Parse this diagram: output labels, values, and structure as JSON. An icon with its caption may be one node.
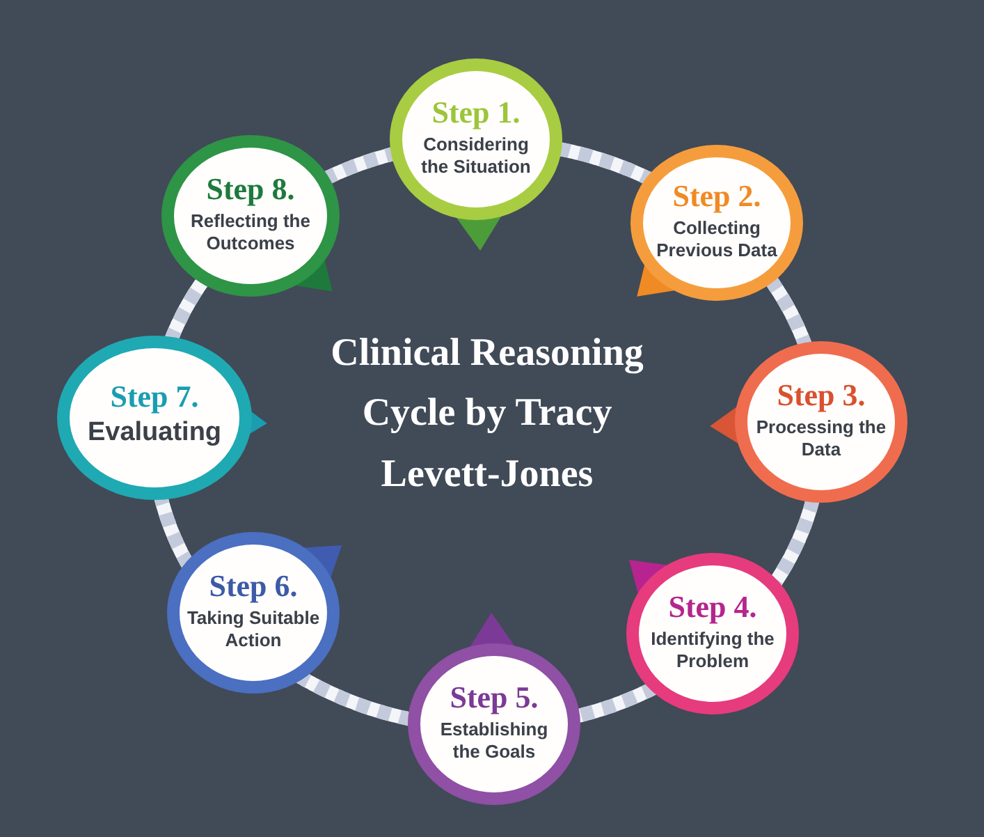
{
  "diagram": {
    "title": "Clinical Reasoning Cycle by Tracy Levett-Jones",
    "nodes": [
      {
        "text": [
          "Step 1.",
          "Considering the Situation"
        ]
      },
      {
        "text": [
          "Step 2.",
          "Collecting Previous Data"
        ]
      },
      {
        "text": [
          "Step 3.",
          "Processing the Data"
        ]
      },
      {
        "text": [
          "Step 4.",
          "Identifying the Problem"
        ]
      },
      {
        "text": [
          "Step 5.",
          "Establishing the Goals"
        ]
      },
      {
        "text": [
          "Step 6.",
          "Taking Suitable Action"
        ]
      },
      {
        "text": [
          "Step 7.",
          "Evaluating"
        ]
      },
      {
        "text": [
          "Step 8.",
          "Reflecting the Outcomes"
        ]
      }
    ],
    "edges": [
      {
        "from": 0,
        "to": 1,
        "arrow": "none"
      },
      {
        "from": 1,
        "to": 2,
        "arrow": "none"
      },
      {
        "from": 2,
        "to": 3,
        "arrow": "none"
      },
      {
        "from": 3,
        "to": 4,
        "arrow": "none"
      },
      {
        "from": 4,
        "to": 5,
        "arrow": "none"
      },
      {
        "from": 5,
        "to": 6,
        "arrow": "none"
      },
      {
        "from": 6,
        "to": 7,
        "arrow": "none"
      },
      {
        "from": 7,
        "to": 0,
        "arrow": "none"
      }
    ]
  }
}
